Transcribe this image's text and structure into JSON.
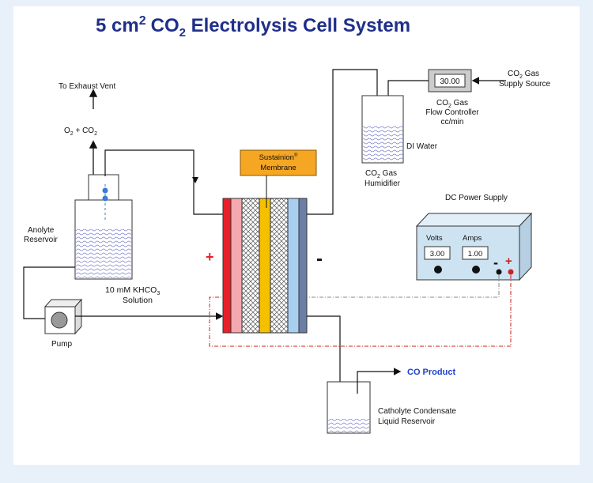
{
  "title": {
    "prefix": "5 cm",
    "sup": "2",
    "co": "CO",
    "sub": "2",
    "suffix": " Electrolysis Cell System"
  },
  "labels": {
    "exhaust": "To Exhaust Vent",
    "o2": "O",
    "o2_sub": "2",
    "plus_co": " + CO",
    "co2_sub": "2",
    "anolyte_1": "Anolyte",
    "anolyte_2": "Reservoir",
    "solution_1_a": "10 mM KHCO",
    "solution_1_sub": "3",
    "solution_2": "Solution",
    "pump": "Pump",
    "membrane_1": "Sustainion",
    "membrane_reg": "®",
    "membrane_2": "Membrane",
    "plus_sign": "+",
    "minus_sign": "-",
    "flow_value": "30.00",
    "flow_ctrl_1_a": "CO",
    "flow_ctrl_1_sub": "2",
    "flow_ctrl_1_b": " Gas",
    "flow_ctrl_2": "Flow Controller",
    "flow_ctrl_3": "cc/min",
    "supply_1_a": "CO",
    "supply_1_sub": "2",
    "supply_1_b": " Gas",
    "supply_2": "Supply Source",
    "di_water": "DI Water",
    "humid_1_a": "CO",
    "humid_1_sub": "2",
    "humid_1_b": " Gas",
    "humid_2": "Humidifier",
    "dc_title": "DC Power Supply",
    "volts": "Volts",
    "amps": "Amps",
    "volts_value": "3.00",
    "amps_value": "1.00",
    "dc_minus": "-",
    "dc_plus": "+",
    "co_product": "CO Product",
    "catholyte_1": "Catholyte Condensate",
    "catholyte_2": "Liquid Reservoir"
  },
  "colors": {
    "title": "#1f2f8a",
    "anode_plate": "#e8202a",
    "anode_pink": "#f4a8b0",
    "membrane": "#f5c000",
    "membrane_label_bg": "#f5a623",
    "cathode_blue": "#a8cff0",
    "cathode_plate": "#6b7fa6",
    "psu_body": "#cde3f2",
    "liquid": "#bfc4ea",
    "co_product": "#1f3fd0",
    "dashed_red": "#cc2222",
    "panel_bg": "#e8f0fa"
  }
}
